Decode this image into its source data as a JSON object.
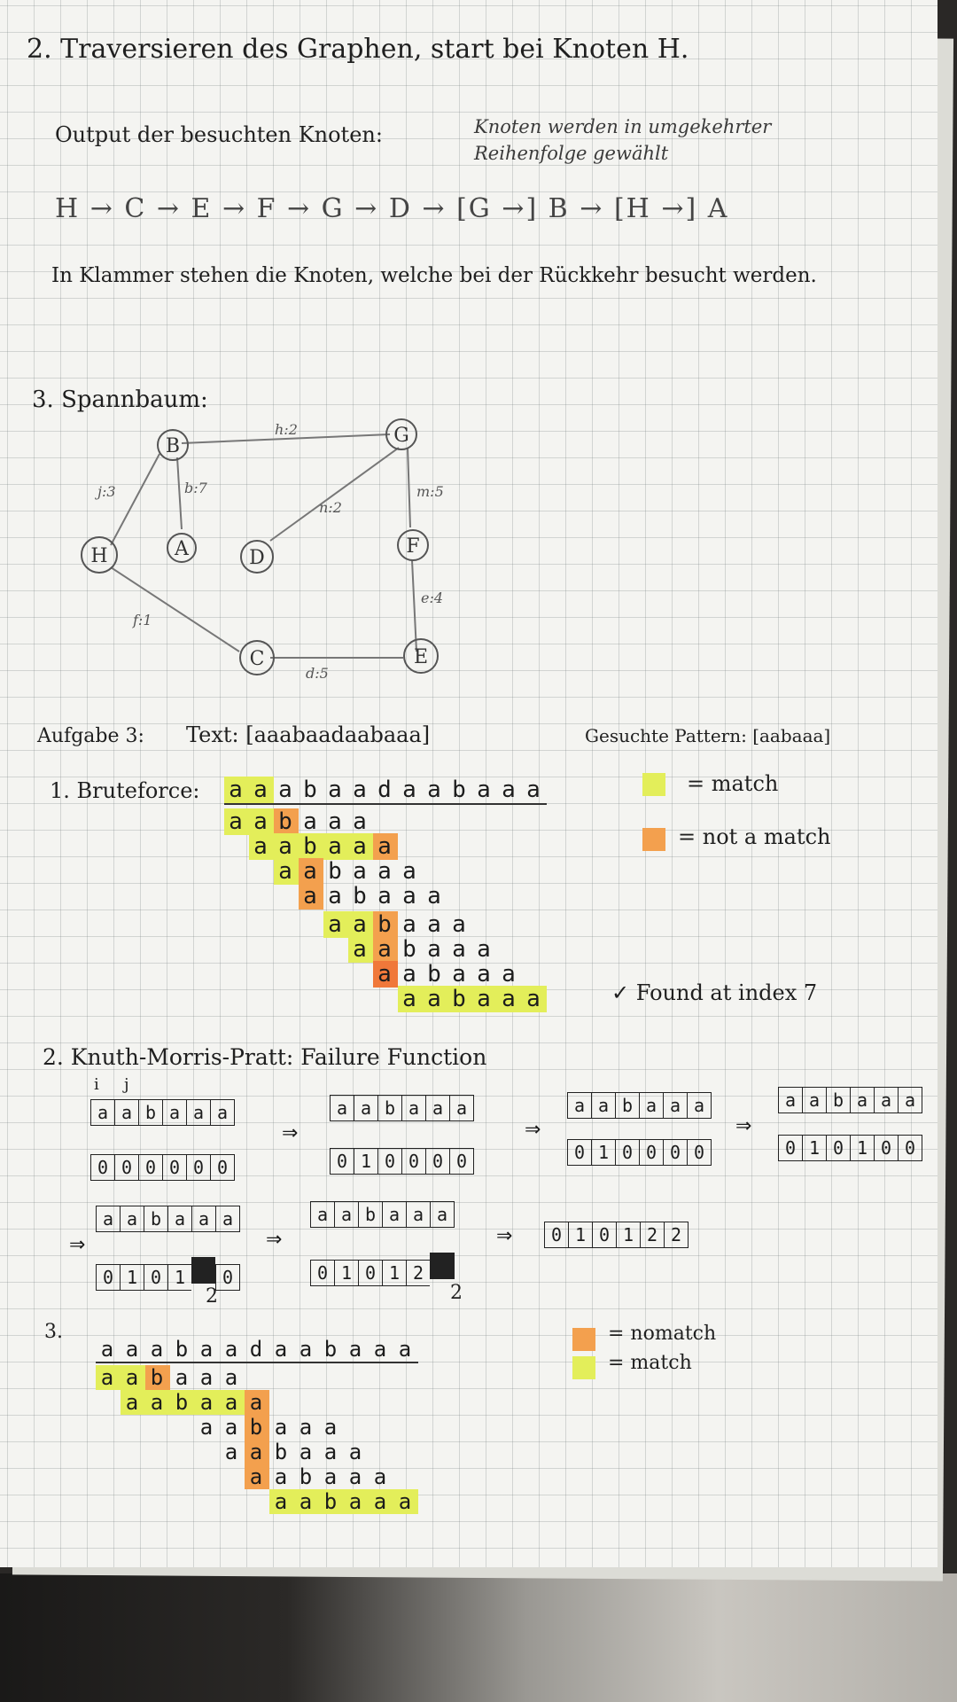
{
  "section2": {
    "heading": "2. Traversieren des Graphen, start bei Knoten H.",
    "output_label": "Output der besuchten Knoten:",
    "note": "Knoten werden in umgekehrter Reihenfolge gewählt",
    "sequence": "H → C → E → F → G → D → [G →] B → [H →] A",
    "explanation": "In Klammer stehen die Knoten, welche bei der Rückkehr besucht werden."
  },
  "section3": {
    "heading": "3. Spannbaum:",
    "nodes": [
      "B",
      "G",
      "H",
      "A",
      "D",
      "F",
      "C",
      "E"
    ],
    "edge_labels": [
      "h:2",
      "j:3",
      "b:7",
      "m:5",
      "n:2",
      "e:4",
      "f:1",
      "d:5"
    ]
  },
  "aufgabe3": {
    "title": "Aufgabe 3:",
    "text_label": "Text: [aaabaadaabaaa]",
    "pattern_label": "Gesuchte Pattern: [aabaaa]",
    "bruteforce_label": "1. Bruteforce:",
    "text": "aaabaadaabaaa",
    "legend_match": "= match",
    "legend_nomatch": "= not a match",
    "found": "✓ Found at index 7",
    "bf_rows": [
      "aabaaa",
      "aabaaa",
      "aabaaa",
      "aabaaa",
      "aabaaa",
      "aabaaa",
      "aabaaa",
      "aabaaa"
    ]
  },
  "kmp": {
    "heading": "2. Knuth-Morris-Pratt: Failure Function",
    "pattern_cells": [
      "a",
      "a",
      "b",
      "a",
      "a",
      "a"
    ],
    "step1": [
      "0",
      "0",
      "0",
      "0",
      "0",
      "0"
    ],
    "step2": [
      "0",
      "1",
      "0",
      "0",
      "0",
      "0"
    ],
    "step3": [
      "0",
      "1",
      "0",
      "0",
      "0",
      "0"
    ],
    "step4": [
      "0",
      "1",
      "0",
      "1",
      "0",
      "0"
    ],
    "step5": [
      "0",
      "1",
      "0",
      "1",
      "",
      "0"
    ],
    "step6": [
      "0",
      "1",
      "0",
      "1",
      "2",
      ""
    ],
    "final": [
      "0",
      "1",
      "0",
      "1",
      "2",
      "2"
    ],
    "marker_two": "2",
    "marker_i": "i",
    "marker_j": "j"
  },
  "part3": {
    "label": "3.",
    "text": "aaabaadaabaaa",
    "legend_nomatch": "= nomatch",
    "legend_match": "= match",
    "rows": [
      "aabaaa",
      "aabaaa",
      "aabaaa",
      "aabaaa",
      "aabaaa",
      "aabaaa"
    ]
  },
  "colors": {
    "match": "#e3ee5a",
    "nomatch": "#f3a04e",
    "ink": "#1f1f1f",
    "grid": "#c8cccc"
  }
}
